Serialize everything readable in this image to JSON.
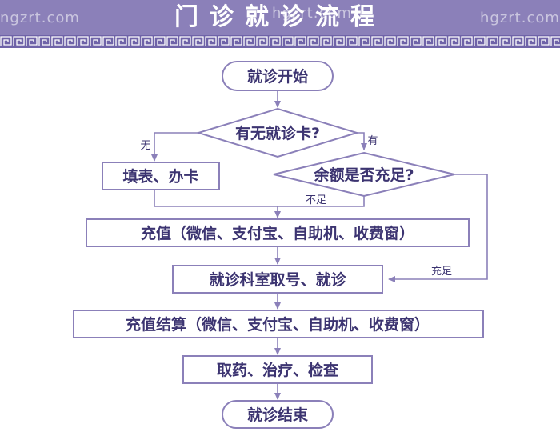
{
  "header": {
    "title": "门诊就诊流程",
    "watermark_left": "ngzrt.com",
    "watermark_center": "hgzrt.com",
    "watermark_right": "hgzrt.com"
  },
  "colors": {
    "header_bg": "#8b80b9",
    "stroke": "#8b80b9",
    "text": "#3c3471",
    "background": "#ffffff"
  },
  "flow": {
    "start": "就诊开始",
    "decision_card": "有无就诊卡?",
    "label_no": "无",
    "label_yes": "有",
    "fill_form": "填表、办卡",
    "decision_balance": "余额是否充足?",
    "label_insufficient": "不足",
    "recharge": "充值（微信、支付宝、自助机、收费窗）",
    "department": "就诊科室取号、就诊",
    "label_sufficient": "充足",
    "settle": "充值结算（微信、支付宝、自助机、收费窗）",
    "medicine": "取药、治疗、检查",
    "end": "就诊结束"
  }
}
